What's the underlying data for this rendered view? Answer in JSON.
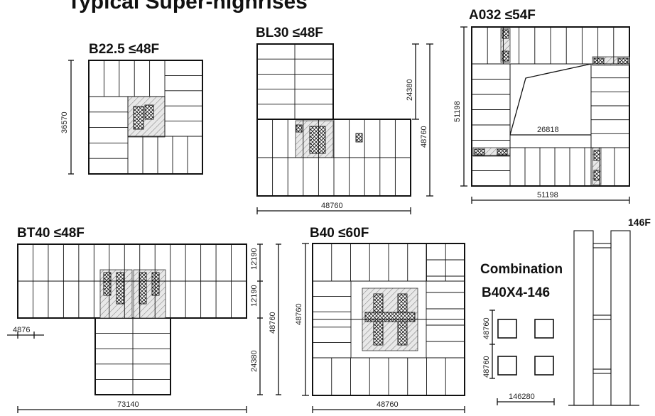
{
  "title": "Typical Super-highrises",
  "plans": {
    "b225": {
      "label": "B22.5  ≤48F",
      "dim_v": "36570"
    },
    "bl30": {
      "label": "BL30   ≤48F",
      "dim_v_upper": "24380",
      "dim_v_total": "48760",
      "dim_h": "48760"
    },
    "a032": {
      "label": "A032 ≤54F",
      "dim_v": "51198",
      "dim_inner": "26818",
      "dim_h": "51198"
    },
    "bt40": {
      "label": "BT40  ≤48F",
      "dim_v1": "12190",
      "dim_v2": "12190",
      "dim_v3": "24380",
      "dim_v_total": "48760",
      "dim_small": "4876",
      "dim_h": "73140"
    },
    "b40": {
      "label": "B40 ≤60F",
      "dim_v": "48760",
      "dim_h": "48760"
    }
  },
  "combination": {
    "label_line1": "Combination",
    "label_line2": "B40X4-146",
    "dim_v1": "48760",
    "dim_v2": "48760",
    "dim_h": "146280",
    "height_label": "146F"
  }
}
